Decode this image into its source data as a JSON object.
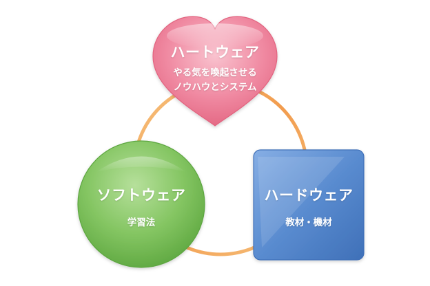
{
  "heart": {
    "title": "ハートウェア",
    "line1": "やる気を喚起させる",
    "line2": "ノウハウとシステム"
  },
  "software": {
    "title": "ソフトウェア",
    "subtitle": "学習法"
  },
  "hardware": {
    "title": "ハードウェア",
    "subtitle": "教材・機材"
  },
  "colors": {
    "heart": "#f08aa2",
    "software": "#7cc05a",
    "hardware": "#5a8cd0",
    "ring": "#f3a761"
  }
}
